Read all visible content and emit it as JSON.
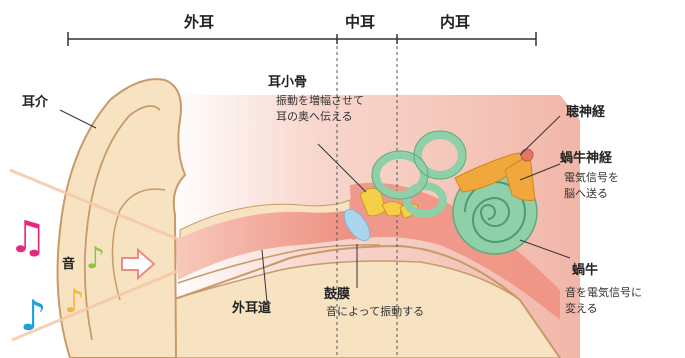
{
  "sections": {
    "outer": "外耳",
    "middle": "中耳",
    "inner": "内耳"
  },
  "labels": {
    "pinna": "耳介",
    "ossicles": "耳小骨",
    "ossicles_desc_1": "振動を増幅させて",
    "ossicles_desc_2": "耳の奥へ伝える",
    "auditory_nerve": "聴神経",
    "cochlear_nerve": "蝸牛神経",
    "cochlear_nerve_desc_1": "電気信号を",
    "cochlear_nerve_desc_2": "脳へ送る",
    "sound": "音",
    "ear_canal": "外耳道",
    "eardrum": "鼓膜",
    "eardrum_desc": "音によって振動する",
    "cochlea": "蝸牛",
    "cochlea_desc_1": "音を電気信号に",
    "cochlea_desc_2": "変える"
  },
  "colors": {
    "skin": "#f7e3c2",
    "skin_outline": "#c89a6a",
    "canal": "#ef9585",
    "inner_region": "#f3c2b8",
    "eardrum": "#a9d5ee",
    "ossicles": "#f6cf48",
    "cochlea": "#8fd0a8",
    "nerve": "#f0a83c",
    "note_pink": "#e5287e",
    "note_green": "#8cc63f",
    "note_blue": "#1ea0e0",
    "note_yellow": "#f3b83b"
  },
  "icons": [
    "music-note-icon",
    "arrow-right-icon"
  ]
}
